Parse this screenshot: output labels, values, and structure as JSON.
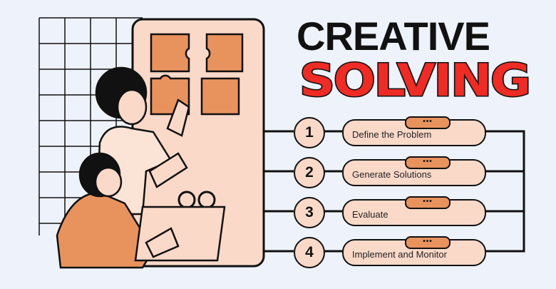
{
  "title": {
    "line1": "CREATIVE",
    "line2": "SOLVING"
  },
  "steps": [
    {
      "number": "1",
      "label": "Define the Problem",
      "tab": "•••"
    },
    {
      "number": "2",
      "label": "Generate Solutions",
      "tab": "•••"
    },
    {
      "number": "3",
      "label": "Evaluate",
      "tab": "•••"
    },
    {
      "number": "4",
      "label": "Implement and Monitor",
      "tab": "•••"
    }
  ],
  "colors": {
    "background": "#eef2fb",
    "accent": "#e8935e",
    "panel": "#fbd9c9",
    "title_red": "#ee2b24"
  }
}
